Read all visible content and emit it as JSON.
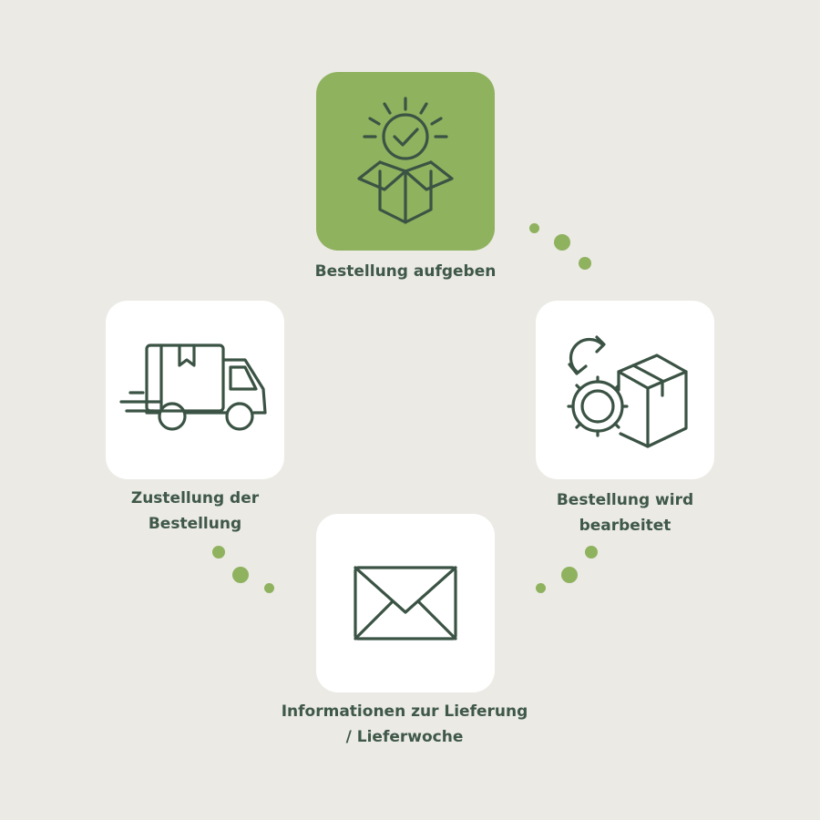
{
  "colors": {
    "background": "#ebeae5",
    "card": "#ffffff",
    "active_card": "#8fb25e",
    "icon_stroke": "#3b5344",
    "label_text": "#3f5848",
    "dots": "#8fb25e"
  },
  "steps": [
    {
      "label": "Bestellung aufgeben",
      "icon": "box-check-icon",
      "active": true
    },
    {
      "label": "Bestellung wird\nbearbeitet",
      "icon": "box-gear-icon",
      "active": false
    },
    {
      "label": "Informationen zur Lieferung\n/ Lieferwoche",
      "icon": "envelope-icon",
      "active": false
    },
    {
      "label": "Zustellung der\nBestellung",
      "icon": "delivery-truck-icon",
      "active": false
    }
  ]
}
